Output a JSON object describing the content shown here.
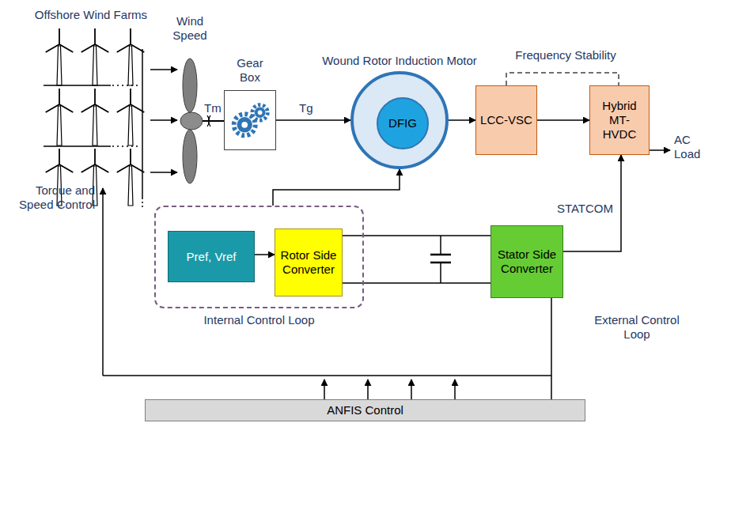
{
  "diagram": {
    "nodes": [
      {
        "text": [
          "Gear Box"
        ]
      },
      {
        "text": [
          "Wound Rotor Induction Motor"
        ]
      },
      {
        "text": [
          "DFIG"
        ],
        "in": 1
      },
      {
        "text": [
          "LCC-VSC"
        ]
      },
      {
        "text": [
          "Hybrid MT-HVDC"
        ]
      },
      {
        "text": [
          "Internal Control Loop"
        ]
      },
      {
        "text": [
          "Pref, Vref"
        ],
        "in": 5
      },
      {
        "text": [
          "Rotor Side Converter"
        ],
        "in": 5
      },
      {
        "text": [
          "Stator Side Converter"
        ]
      },
      {
        "text": [
          "ANFIS Control"
        ]
      }
    ],
    "edges": [
      {
        "from": 0,
        "to": 1,
        "arrow": "to"
      },
      {
        "from": 1,
        "to": 3,
        "arrow": "to"
      },
      {
        "from": 3,
        "to": 4,
        "arrow": "to"
      },
      {
        "from": 3,
        "to": 4,
        "label": "Frequency Stability",
        "arrow": "none"
      },
      {
        "from": 6,
        "to": 7,
        "arrow": "to"
      },
      {
        "from": 5,
        "to": 1,
        "arrow": "to"
      },
      {
        "from": 7,
        "to": 8,
        "arrow": "none"
      },
      {
        "from": 8,
        "to": 4,
        "label": "STATCOM",
        "arrow": "to"
      },
      {
        "from": 9,
        "to": 8,
        "arrow": "none"
      }
    ],
    "labels": [
      "Offshore Wind Farms",
      "Wind Speed",
      "Tm",
      "Tg",
      "AC Load",
      "Torque and Speed Control",
      "External Control Loop"
    ]
  }
}
